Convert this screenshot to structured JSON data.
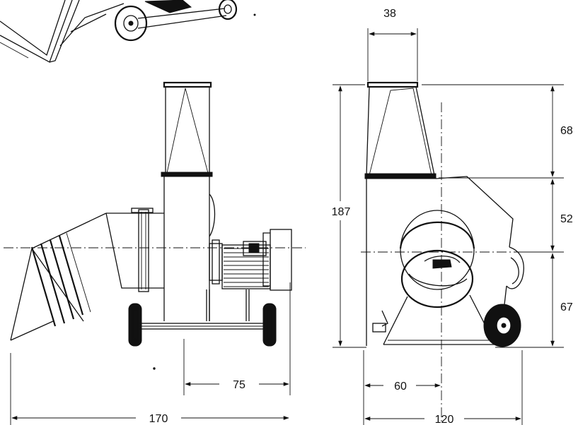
{
  "dimensions": {
    "stack_top_width": "38",
    "stack_height": "68",
    "upper_body": "52",
    "lower_body": "67",
    "total_height": "187",
    "wheel_offset_side": "75",
    "total_length_side": "170",
    "half_width_front": "60",
    "total_width_front": "120"
  }
}
